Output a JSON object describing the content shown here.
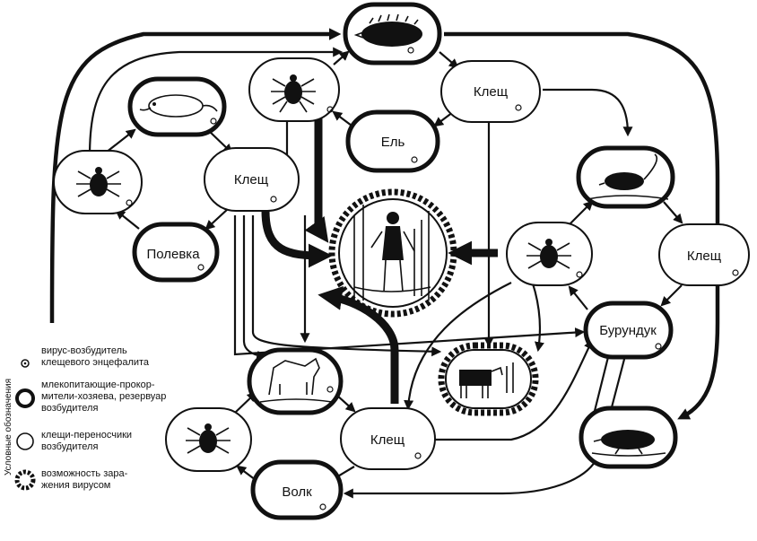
{
  "nodes": {
    "klesh_top": "Клещ",
    "klesh_right": "Клещ",
    "klesh_bottom": "Клещ",
    "klesh_mid": "Клещ",
    "el": "Ель",
    "polevka": "Полевка",
    "burunduk": "Бурундук",
    "volk": "Волк"
  },
  "legend": {
    "items": [
      {
        "symbol": "virus",
        "text_lines": [
          "вирус-возбудитель",
          "клещевого энцефалита"
        ]
      },
      {
        "symbol": "thick-ring",
        "text_lines": [
          "млекопитающие-прокор-",
          "мители-хозяева, резервуар",
          "возбудителя"
        ]
      },
      {
        "symbol": "thin-ring",
        "text_lines": [
          "клещи-переносчики",
          "возбудителя"
        ]
      },
      {
        "symbol": "gear-ring",
        "text_lines": [
          "возможность зара-",
          "жения вирусом"
        ]
      }
    ],
    "side_label": "Условные обозначения"
  },
  "colors": {
    "ink": "#111111",
    "paper": "#ffffff"
  }
}
